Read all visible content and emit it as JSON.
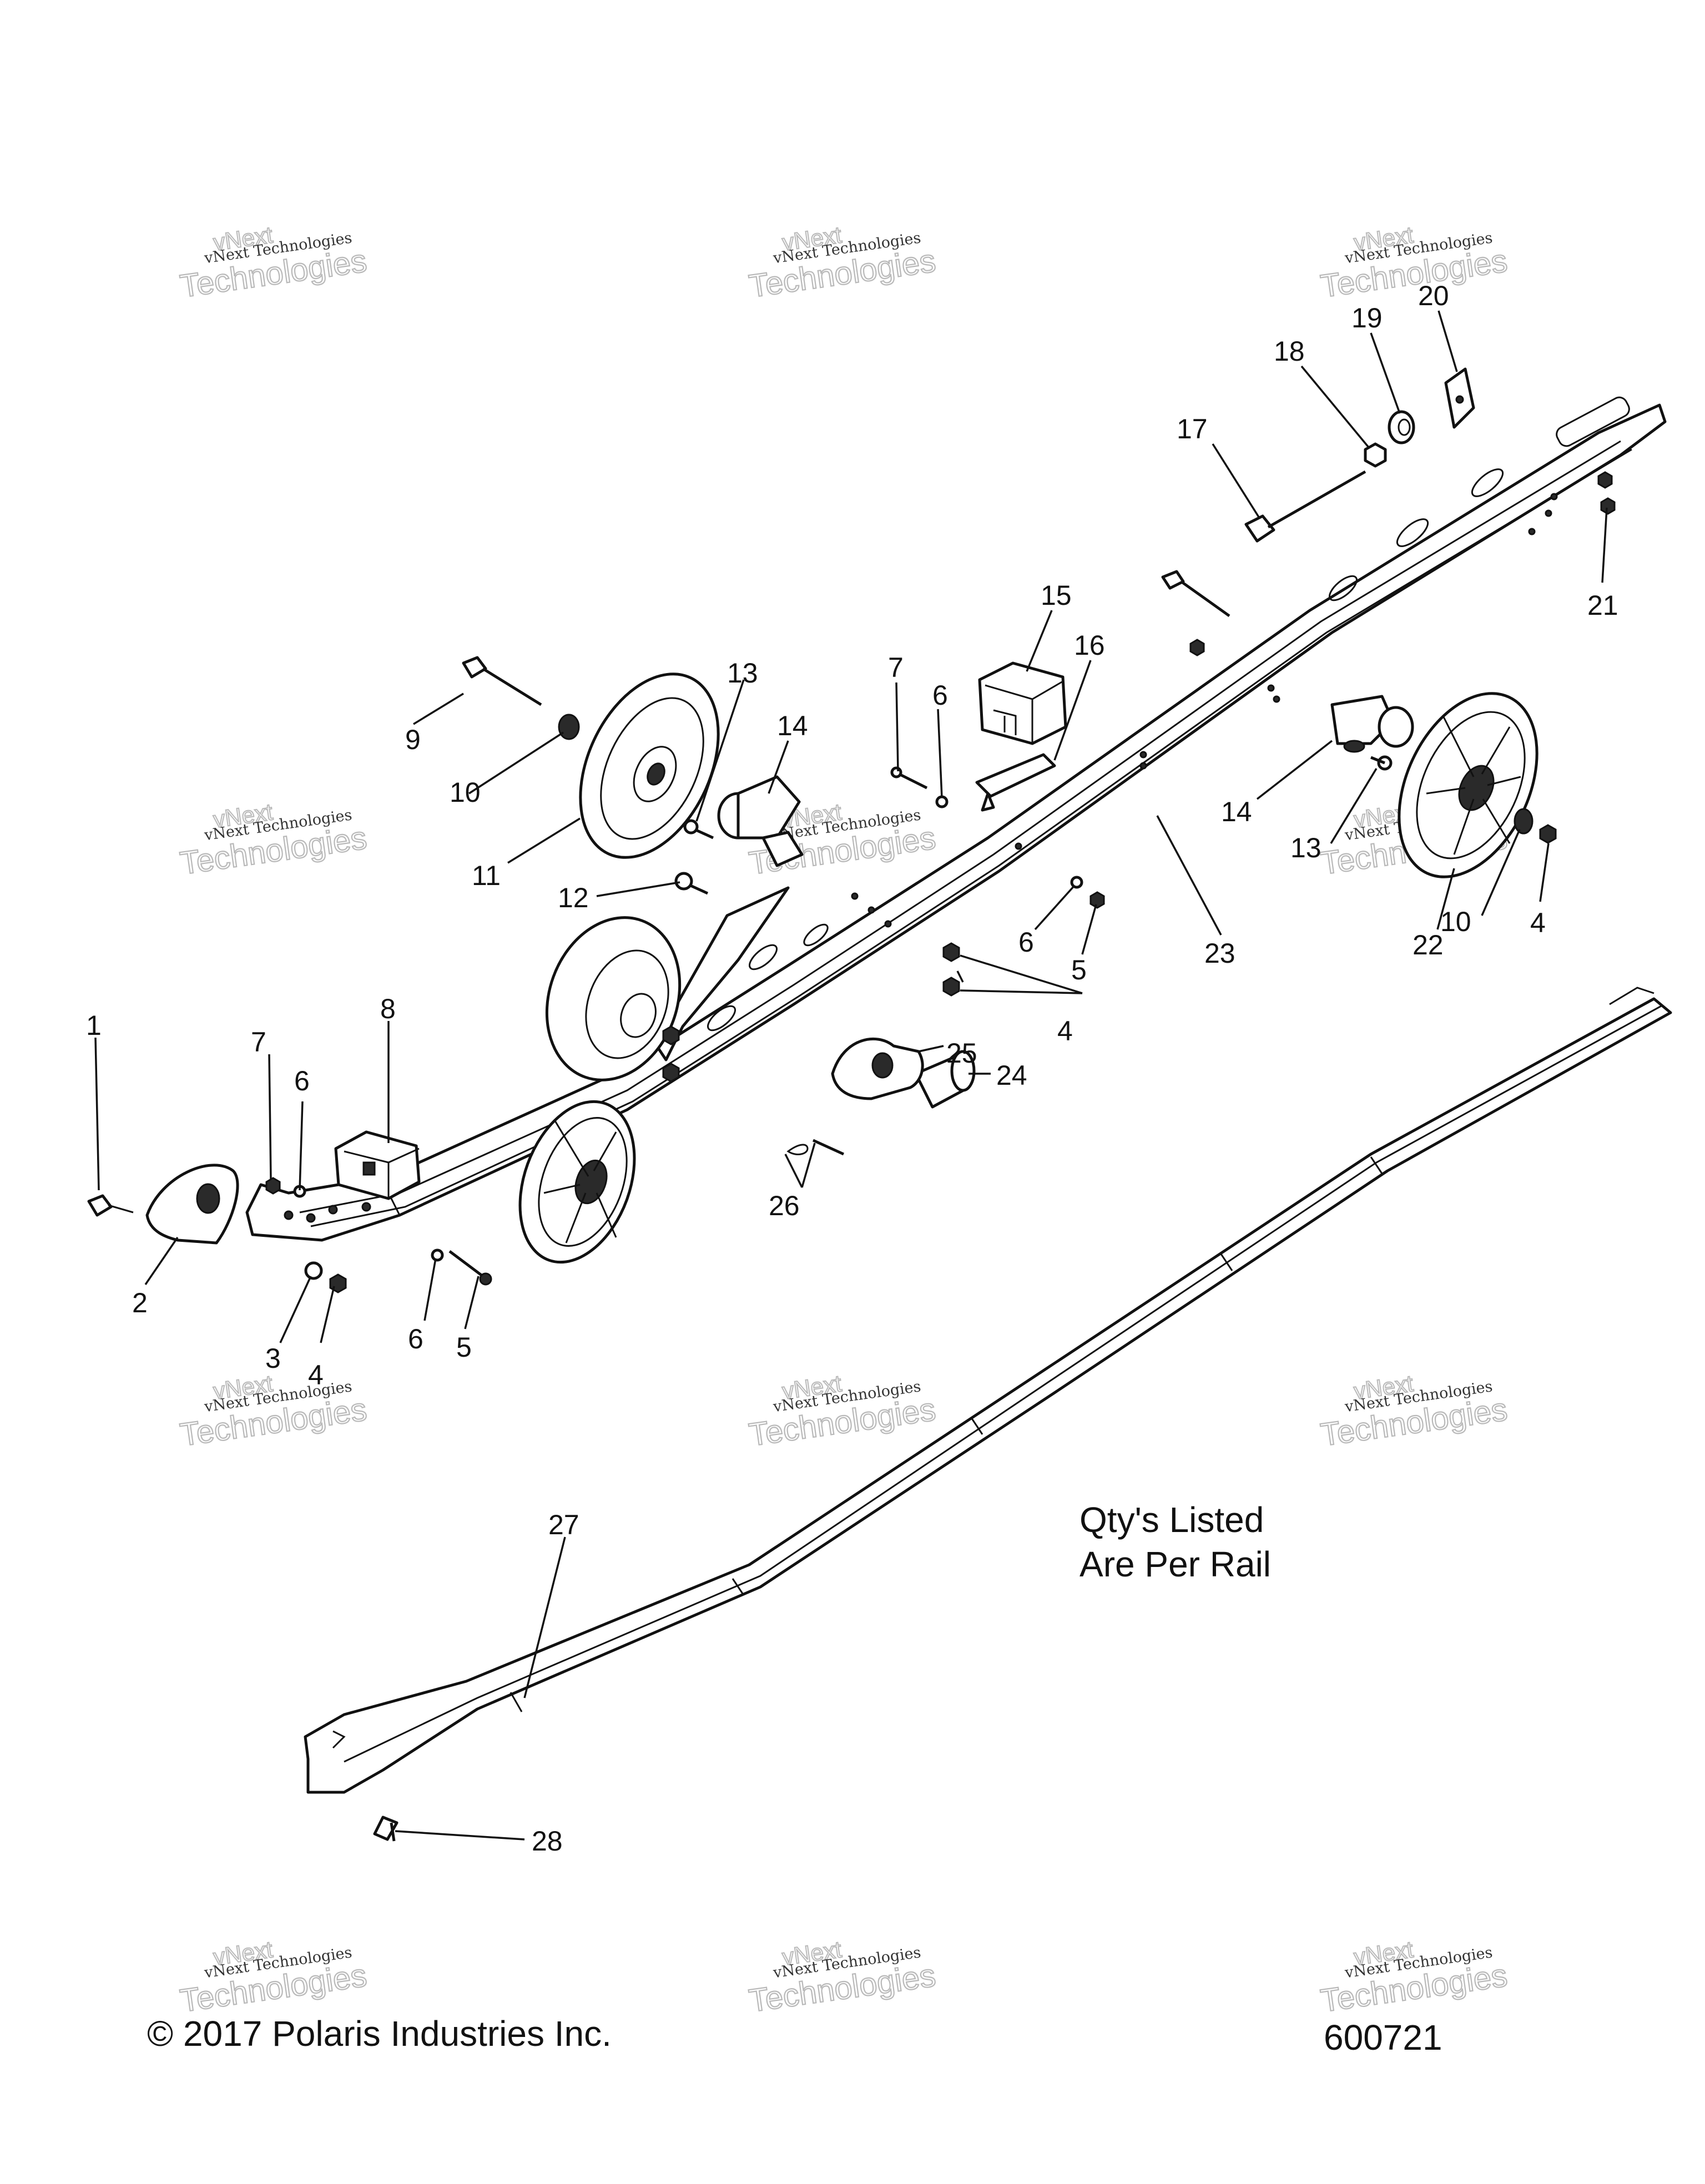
{
  "callouts": {
    "c1": "1",
    "c2": "2",
    "c3": "3",
    "c4a": "4",
    "c4b": "4",
    "c4c": "4",
    "c5a": "5",
    "c5b": "5",
    "c6a": "6",
    "c6b": "6",
    "c6c": "6",
    "c6d": "6",
    "c7a": "7",
    "c7b": "7",
    "c8": "8",
    "c9": "9",
    "c10a": "10",
    "c10b": "10",
    "c11": "11",
    "c12": "12",
    "c13a": "13",
    "c13b": "13",
    "c14a": "14",
    "c14b": "14",
    "c15": "15",
    "c16": "16",
    "c17": "17",
    "c18": "18",
    "c19": "19",
    "c20": "20",
    "c21": "21",
    "c22": "22",
    "c23": "23",
    "c24": "24",
    "c25": "25",
    "c26": "26",
    "c27": "27",
    "c28": "28"
  },
  "note": {
    "line1": "Qty's Listed",
    "line2": "Are Per Rail"
  },
  "footer": {
    "copyright": "© 2017 Polaris Industries Inc.",
    "diagram_id": "600721"
  },
  "watermark": {
    "small": "vNext Technologies",
    "big_top": "vNext",
    "big_bottom": "Technologies"
  }
}
